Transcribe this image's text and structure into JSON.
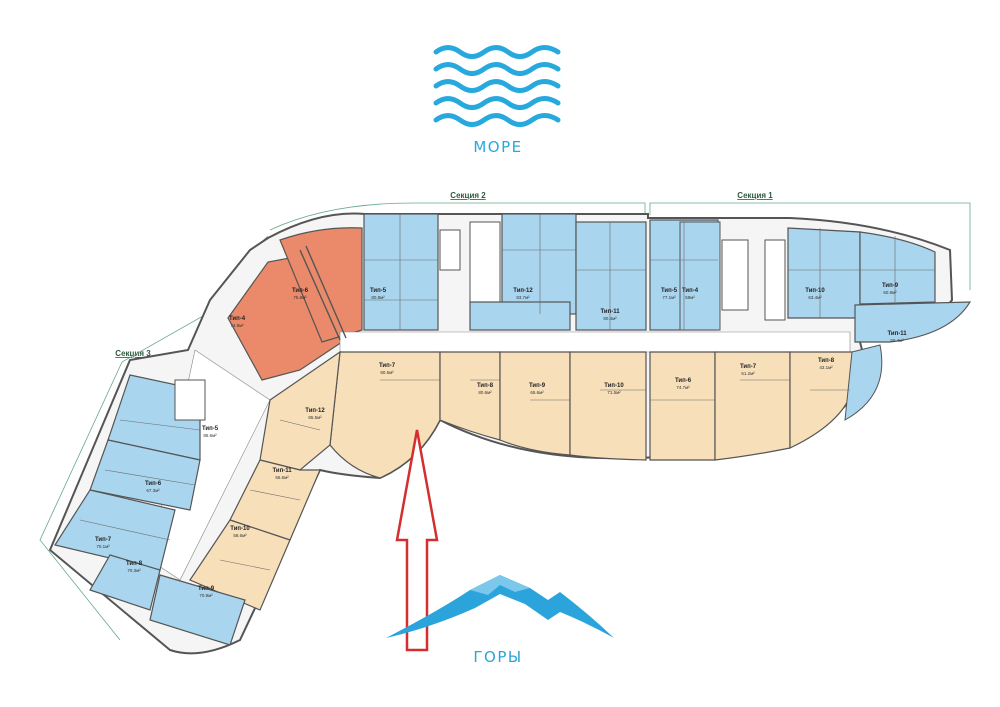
{
  "labels": {
    "sea": "МОРЕ",
    "mountains": "ГОРЫ",
    "section1": "Секция 1",
    "section2": "Секция 2",
    "section3": "Секция 3"
  },
  "colors": {
    "sea": "#27a9dd",
    "mountain": "#2aa4db",
    "blue_unit": "#a9d5ee",
    "beige_unit": "#f7dfb9",
    "orange_unit": "#ea8a6a",
    "arrow": "#d32f2f",
    "corridor": "#ffffff"
  },
  "icons": {
    "sea": "waves-icon",
    "mountains": "mountains-icon",
    "direction": "arrow-up-icon"
  },
  "units": [
    {
      "type": "Тип-4",
      "area": "74.8м²",
      "color": "orange"
    },
    {
      "type": "Тип-6",
      "area": "75.8м²",
      "color": "orange"
    },
    {
      "type": "Тип-5",
      "area": "80.8м²",
      "color": "blue"
    },
    {
      "type": "Тип-12",
      "area": "83.7м²",
      "color": "blue"
    },
    {
      "type": "Тип-11",
      "area": "80.4м²",
      "color": "blue"
    },
    {
      "type": "Тип-5",
      "area": "77.1м²",
      "color": "blue"
    },
    {
      "type": "Тип-4",
      "area": "59м²",
      "color": "blue"
    },
    {
      "type": "Тип-10",
      "area": "63.4м²",
      "color": "blue"
    },
    {
      "type": "Тип-9",
      "area": "60.9м²",
      "color": "blue"
    },
    {
      "type": "Тип-11",
      "area": "50.4м²",
      "color": "blue"
    },
    {
      "type": "Тип-7",
      "area": "80.5м²",
      "color": "beige"
    },
    {
      "type": "Тип-8",
      "area": "80.6м²",
      "color": "beige"
    },
    {
      "type": "Тип-9",
      "area": "65.6м²",
      "color": "beige"
    },
    {
      "type": "Тип-10",
      "area": "71.5м²",
      "color": "beige"
    },
    {
      "type": "Тип-6",
      "area": "74.7м²",
      "color": "beige"
    },
    {
      "type": "Тип-7",
      "area": "61.2м²",
      "color": "beige"
    },
    {
      "type": "Тип-8",
      "area": "43.1м²",
      "color": "beige"
    },
    {
      "type": "Тип-12",
      "area": "85.5м²",
      "color": "beige"
    },
    {
      "type": "Тип-11",
      "area": "56.6м²",
      "color": "beige"
    },
    {
      "type": "Тип-10",
      "area": "58.6м²",
      "color": "beige"
    },
    {
      "type": "Тип-5",
      "area": "85.6м²",
      "color": "blue"
    },
    {
      "type": "Тип-6",
      "area": "67.3м²",
      "color": "blue"
    },
    {
      "type": "Тип-7",
      "area": "70.1м²",
      "color": "blue"
    },
    {
      "type": "Тип-8",
      "area": "70.3м²",
      "color": "blue"
    },
    {
      "type": "Тип-9",
      "area": "70.9м²",
      "color": "blue"
    }
  ]
}
